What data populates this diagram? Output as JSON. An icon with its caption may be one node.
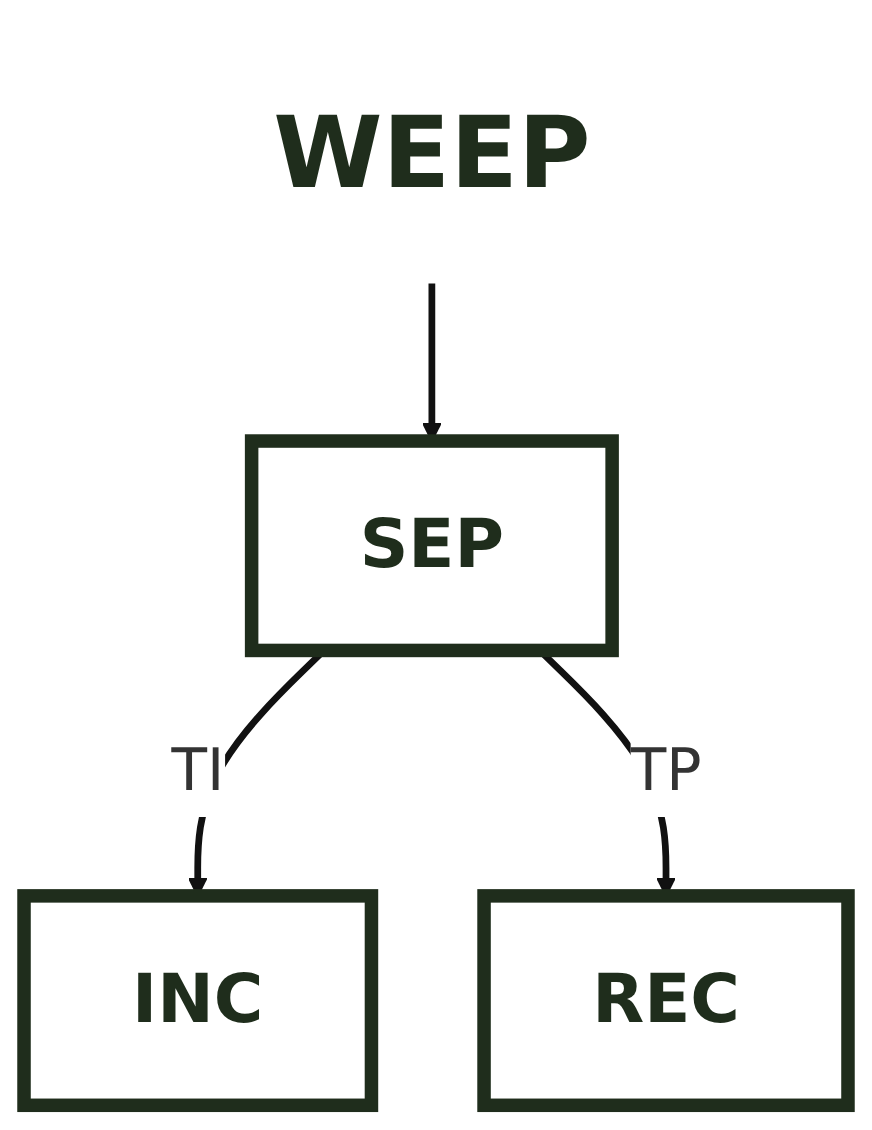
{
  "diagram": {
    "nodes": [
      {
        "text": [
          "WEEP"
        ]
      },
      {
        "text": [
          "SEP"
        ]
      },
      {
        "text": [
          "INC"
        ]
      },
      {
        "text": [
          "REC"
        ]
      }
    ],
    "edges": [
      {
        "from": 0,
        "to": 1,
        "arrow": "to"
      },
      {
        "from": 1,
        "to": 2,
        "arrow": "to",
        "label": "TI"
      },
      {
        "from": 1,
        "to": 3,
        "arrow": "to",
        "label": "TP"
      }
    ]
  }
}
